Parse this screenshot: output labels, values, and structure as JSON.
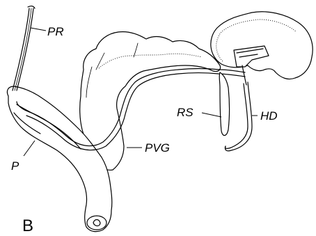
{
  "figure": {
    "panel_letter": "B",
    "labels": {
      "pr": "PR",
      "p": "P",
      "pvg": "PVG",
      "rs": "RS",
      "hd": "HD"
    }
  }
}
